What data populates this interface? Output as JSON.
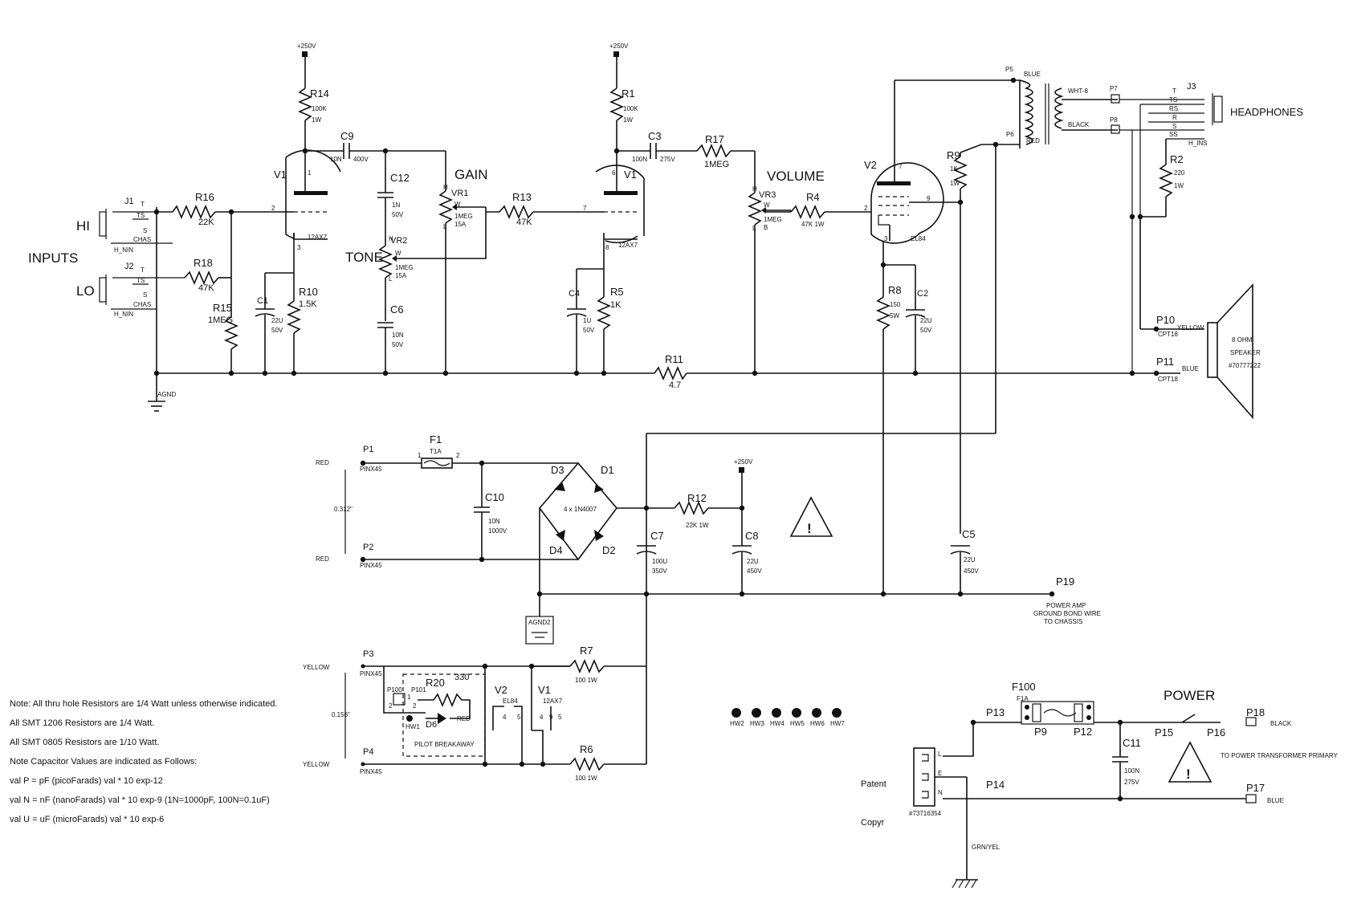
{
  "headings": {
    "inputs": "INPUTS",
    "hi": "HI",
    "lo": "LO",
    "gain": "GAIN",
    "tone": "TONE",
    "volume": "VOLUME",
    "headphones": "HEADPHONES",
    "power": "POWER"
  },
  "supply": {
    "hv_top1": "+250V",
    "hv_top2": "+250V",
    "hv_psu": "+250V"
  },
  "jacks": {
    "j1": {
      "ref": "J1",
      "t": "T",
      "ts": "TS",
      "s": "S",
      "chas": "CHAS",
      "hn": "H_NIN"
    },
    "j2": {
      "ref": "J2",
      "t": "T",
      "ts": "TS",
      "s": "S",
      "chas": "CHAS",
      "hn": "H_NIN"
    },
    "j3": {
      "ref": "J3",
      "t": "T",
      "ts": "TS",
      "rs": "RS",
      "r": "R",
      "s": "S",
      "ss": "SS",
      "hins": "H_INS"
    }
  },
  "resistors": {
    "r16": {
      "ref": "R16",
      "val": "22K"
    },
    "r18": {
      "ref": "R18",
      "val": "47K"
    },
    "r15": {
      "ref": "R15",
      "val": "1MEG"
    },
    "r14": {
      "ref": "R14",
      "val": "100K",
      "w": "1W"
    },
    "r10": {
      "ref": "R10",
      "val": "1.5K"
    },
    "r13": {
      "ref": "R13",
      "val": "47K"
    },
    "r1": {
      "ref": "R1",
      "val": "100K",
      "w": "1W"
    },
    "r5": {
      "ref": "R5",
      "val": "1K"
    },
    "r17": {
      "ref": "R17",
      "val": "1MEG"
    },
    "r4": {
      "ref": "R4",
      "val": "47K 1W"
    },
    "r9": {
      "ref": "R9",
      "val": "1K",
      "w": "1W"
    },
    "r8": {
      "ref": "R8",
      "val": "150",
      "w": "5W"
    },
    "r2": {
      "ref": "R2",
      "val": "220",
      "w": "1W"
    },
    "r11": {
      "ref": "R11",
      "val": "4.7"
    },
    "r12": {
      "ref": "R12",
      "val": "22K 1W"
    },
    "r7": {
      "ref": "R7",
      "val": "100 1W"
    },
    "r6": {
      "ref": "R6",
      "val": "100 1W"
    },
    "r20": {
      "ref": "R20",
      "val": "330"
    }
  },
  "caps": {
    "c9": {
      "ref": "C9",
      "a": "10N",
      "b": "400V"
    },
    "c12": {
      "ref": "C12",
      "a": "1N",
      "b": "50V"
    },
    "c6": {
      "ref": "C6",
      "a": "10N",
      "b": "50V"
    },
    "c1": {
      "ref": "C1",
      "a": "22U",
      "b": "50V"
    },
    "c3": {
      "ref": "C3",
      "a": "100N",
      "b": "275V"
    },
    "c4": {
      "ref": "C4",
      "a": "1U",
      "b": "50V"
    },
    "c2": {
      "ref": "C2",
      "a": "22U",
      "b": "50V"
    },
    "c10": {
      "ref": "C10",
      "a": "10N",
      "b": "1000V"
    },
    "c7": {
      "ref": "C7",
      "a": "100U",
      "b": "350V"
    },
    "c8": {
      "ref": "C8",
      "a": "22U",
      "b": "450V"
    },
    "c5": {
      "ref": "C5",
      "a": "22U",
      "b": "450V"
    },
    "c11": {
      "ref": "C11",
      "a": "100N",
      "b": "275V"
    }
  },
  "pots": {
    "vr1": {
      "ref": "VR1",
      "val": "1MEG",
      "taper": "15A",
      "h": "H",
      "w": "W",
      "l": "L"
    },
    "vr2": {
      "ref": "VR2",
      "val": "1MEG",
      "taper": "15A",
      "h": "H",
      "w": "W",
      "l": "L"
    },
    "vr3": {
      "ref": "VR3",
      "val": "1MEG",
      "taper": "B",
      "h": "H",
      "w": "W",
      "l": "L"
    }
  },
  "tubes": {
    "v1a": {
      "ref": "V1",
      "type": "12AX7",
      "p1": "1",
      "p2": "2",
      "p3": "3"
    },
    "v1b": {
      "ref": "V1",
      "type": "12AX7",
      "p6": "6",
      "p7": "7",
      "p8": "8"
    },
    "v2": {
      "ref": "V2",
      "type": "EL84",
      "p7": "7",
      "p2": "2",
      "p3": "3",
      "p9": "9"
    }
  },
  "transformer": {
    "p5": "P5",
    "p6": "P6",
    "blue": "BLUE",
    "red": "RED",
    "wht8": "WHT-8",
    "black": "BLACK",
    "p7": "P7",
    "p8": "P8"
  },
  "speaker": {
    "p10": "P10",
    "p11": "P11",
    "yellow": "YELLOW",
    "blue": "BLUE",
    "cpt1": "CPT18",
    "cpt2": "CPT18",
    "l1": "8 OHM",
    "l2": "SPEAKER",
    "l3": "#70777222"
  },
  "grounds": {
    "agnd": "AGND",
    "agnd2": "AGND2"
  },
  "psu": {
    "p1": "P1",
    "p2": "P2",
    "red1": "RED",
    "red2": "RED",
    "pin1": "PINX45",
    "pin2": "PINX45",
    "spacing": "0.312\"",
    "f1": "F1",
    "f1v": "T1A",
    "f1p1": "1",
    "f1p2": "2",
    "d1": "D1",
    "d2": "D2",
    "d3": "D3",
    "d4": "D4",
    "bridge": "4 x 1N4007",
    "p19": "P19",
    "gnd1": "POWER AMP",
    "gnd2": "GROUND BOND WIRE",
    "gnd3": "TO CHASSIS"
  },
  "heater": {
    "p3": "P3",
    "p4": "P4",
    "y1": "YELLOW",
    "y2": "YELLOW",
    "pin3": "PINX45",
    "pin4": "PINX45",
    "spacing": "0.156\"",
    "p100": "P100",
    "p101": "P101",
    "n2a": "2",
    "n1": "1",
    "n2b": "2",
    "hw1": "HW1",
    "d6": "D6",
    "red": "RED",
    "pilot": "PILOT BREAKAWAY",
    "v2": "V2",
    "v2t": "EL84",
    "v2a": "4",
    "v2b": "5",
    "v1": "V1",
    "v1t": "12AX7",
    "v1a": "4",
    "v1b": "9",
    "v1c": "5"
  },
  "holes": [
    "HW2",
    "HW3",
    "HW4",
    "HW5",
    "HW6",
    "HW7"
  ],
  "mains": {
    "f100": "F100",
    "f100v": "F1A",
    "p13": "P13",
    "p9": "P9",
    "p12": "P12",
    "p14": "P14",
    "p15": "P15",
    "p16": "P16",
    "p17": "P17",
    "p18": "P18",
    "black": "BLACK",
    "blue": "BLUE",
    "xfmr": "TO POWER TRANSFORMER PRIMARY",
    "L": "L",
    "E": "E",
    "N": "N",
    "part": "#73716354",
    "grn": "GRN/YEL",
    "patent": "Patent",
    "copy": "Copyr"
  },
  "notes": [
    "Note: All thru hole Resistors are 1/4 Watt unless otherwise indicated.",
    "All SMT 1206 Resistors are 1/4 Watt.",
    "All SMT 0805 Resistors are 1/10 Watt.",
    "Note Capacitor Values are indicated as Follows:",
    "val P = pF (picoFarads) val * 10 exp-12",
    "val N = nF (nanoFarads) val * 10 exp-9 (1N=1000pF, 100N=0.1uF)",
    "val U = uF (microFarads) val * 10 exp-6"
  ]
}
